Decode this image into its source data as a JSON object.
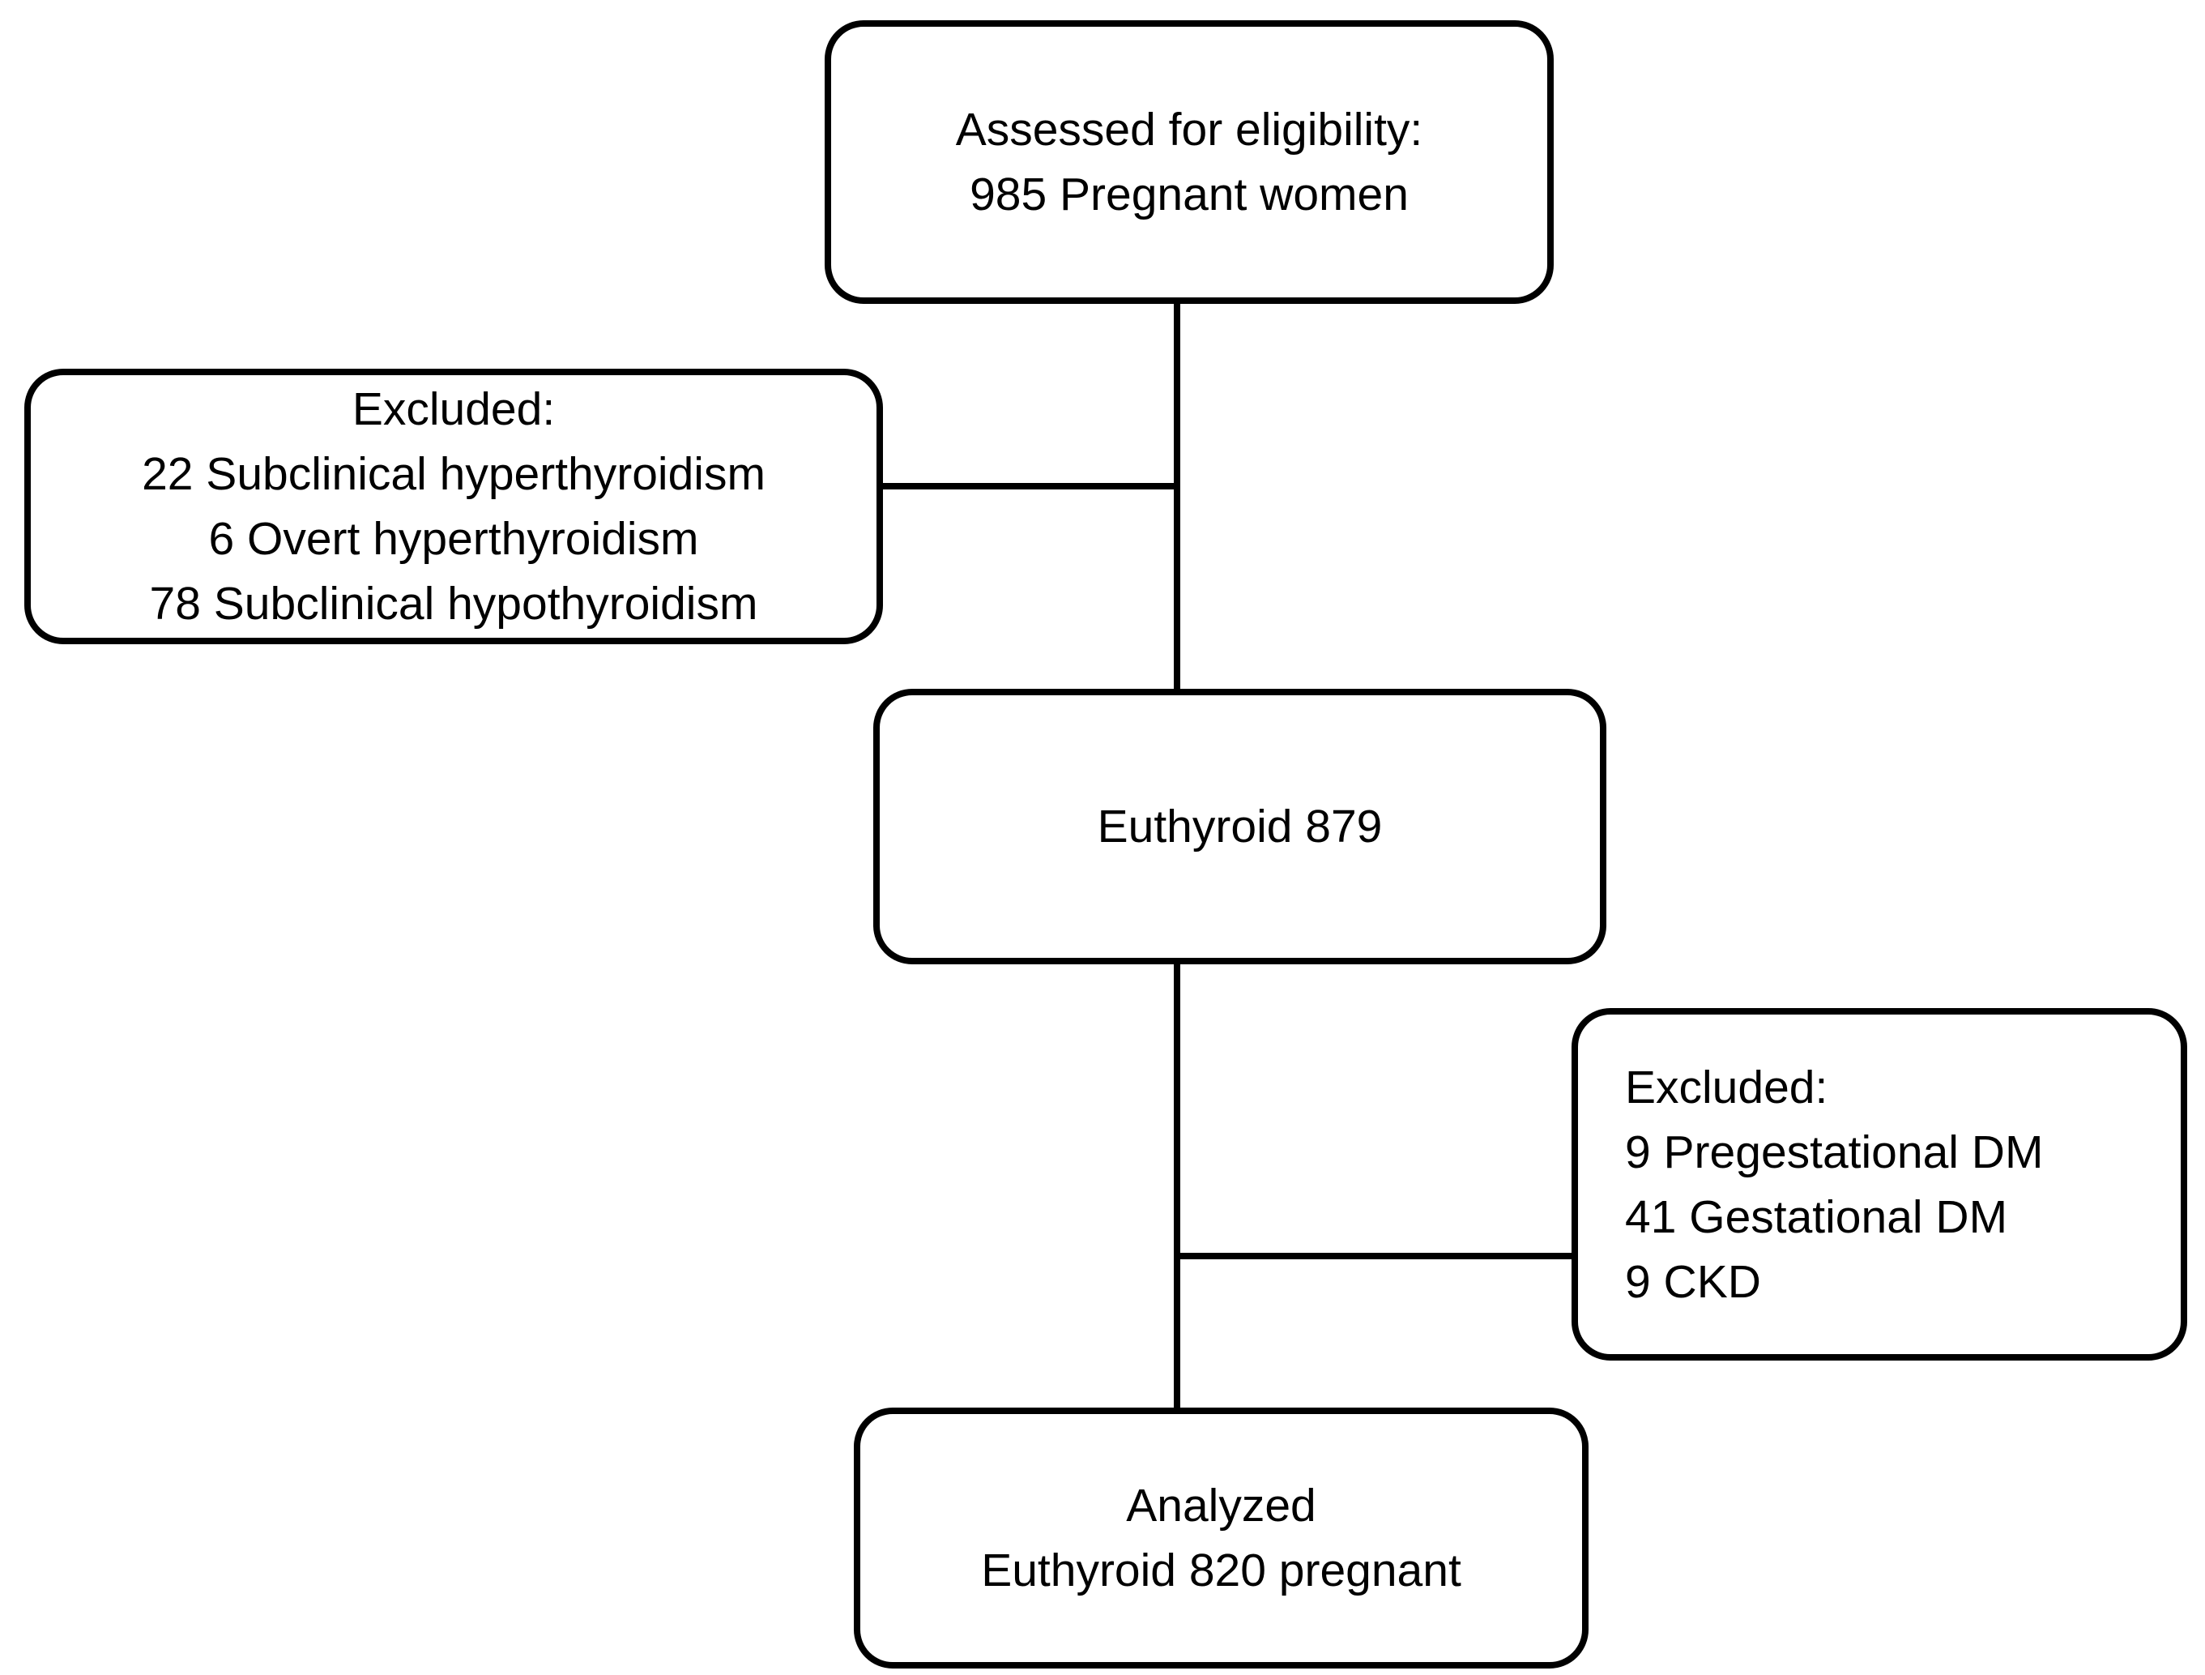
{
  "colors": {
    "line-color": "#000000",
    "box-fill": "#ffffff",
    "text-color": "#000000",
    "bg-color": "#ffffff"
  },
  "diagram": {
    "type": "flowchart",
    "nodes": {
      "assessed": {
        "lines": [
          "Assessed for eligibility:",
          "985 Pregnant women"
        ]
      },
      "excluded_thyroid": {
        "lines": [
          "Excluded:",
          "22 Subclinical hyperthyroidism",
          "6 Overt hyperthyroidism",
          "78 Subclinical hypothyroidism"
        ]
      },
      "euthyroid": {
        "lines": [
          "Euthyroid 879"
        ]
      },
      "excluded_dm": {
        "lines": [
          "Excluded:",
          "9 Pregestational DM",
          "41 Gestational DM",
          "9 CKD"
        ]
      },
      "analyzed": {
        "lines": [
          "Analyzed",
          "Euthyroid 820 pregnant"
        ]
      }
    }
  }
}
